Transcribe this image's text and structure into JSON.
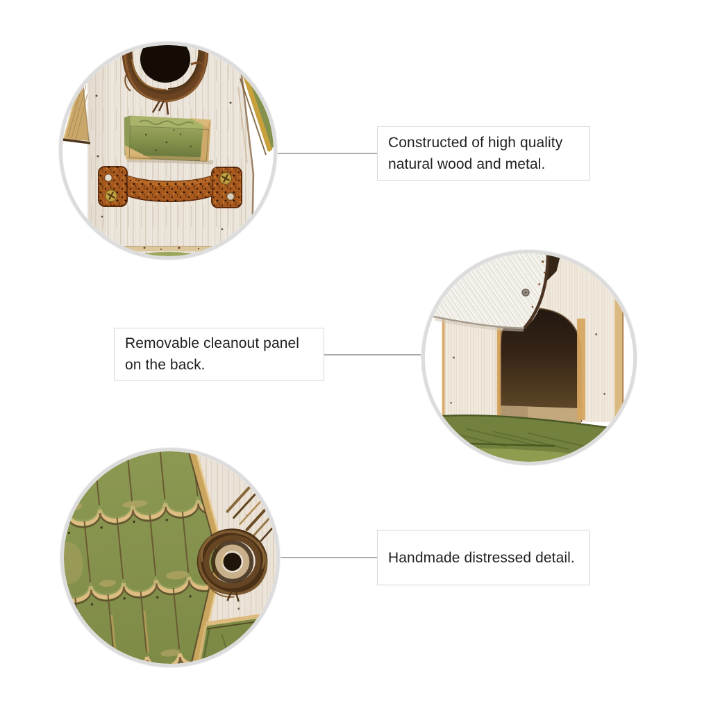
{
  "page": {
    "type": "product-feature-infographic",
    "background": "#ffffff"
  },
  "callouts": [
    {
      "id": "materials",
      "text": "Constructed of high quality natural wood and metal."
    },
    {
      "id": "cleanout",
      "text": "Removable cleanout panel on the back."
    },
    {
      "id": "handmade",
      "text": "Handmade distressed detail."
    }
  ],
  "photos": [
    {
      "id": "front-detail",
      "alt": "Birdhouse front close-up: twig wreath entrance hole, green wood perch block and rusted metal handle on whitewashed wood"
    },
    {
      "id": "back-cleanout",
      "alt": "Birdhouse back close-up: white removable panel lifted above arched cleanout opening, green wood base"
    },
    {
      "id": "roof-detail",
      "alt": "Birdhouse roof close-up: distressed green shingles, twig wreath hole on whitewashed wall"
    }
  ],
  "colors": {
    "text_dark": "#1f1f1f",
    "box_border": "#d5d5d5",
    "line_gray": "#ababab",
    "ring_gray": "#dcdcdc",
    "page_bg": "#ffffff",
    "wood_green": "#84914c",
    "wood_white": "#ece6dd",
    "rust_orange": "#a85a1e",
    "twig_brown": "#5a3c1c",
    "tan_distress": "#d8b577"
  }
}
